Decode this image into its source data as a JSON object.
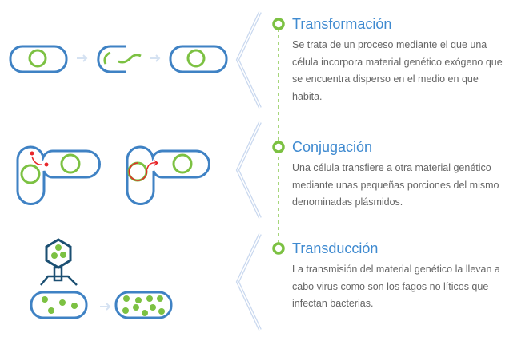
{
  "sections": [
    {
      "title": "Transformación",
      "body": "Se trata de un proceso mediante el que una célula incorpora material genético exógeno que se encuentra disperso en el medio en que habita."
    },
    {
      "title": "Conjugación",
      "body": "Una célula transfiere a otra material genético mediante unas pequeñas porciones del mismo denominadas plásmidos."
    },
    {
      "title": "Transducción",
      "body": "La transmisión del material genético la llevan a cabo virus como son los fagos no líticos que infectan bacterias."
    }
  ],
  "colors": {
    "cell": "#3f82c4",
    "dna": "#7cc142",
    "plasmid_transfer": "#e8262a",
    "phage": "#1b4f72",
    "arrow": "#d5e2f2",
    "title": "#3f8ad0"
  }
}
